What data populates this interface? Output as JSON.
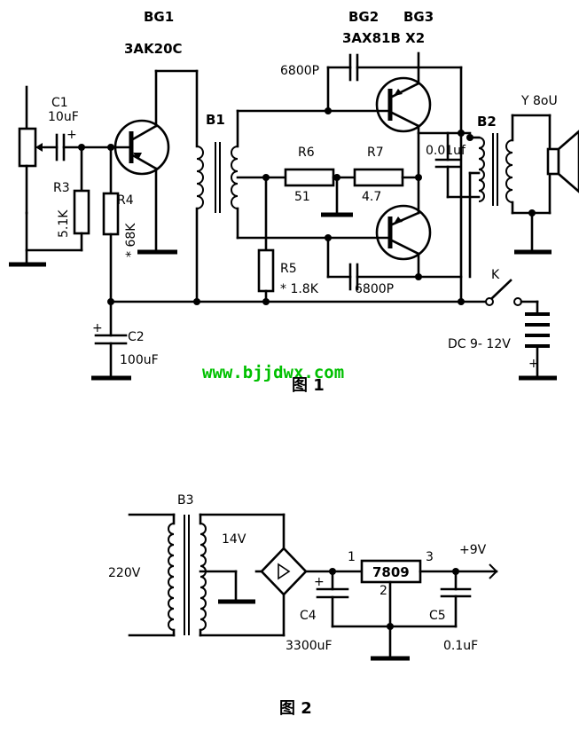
{
  "watermark": {
    "text": "www.bjjdwx.com",
    "color": "#00c000"
  },
  "figure1": {
    "caption": "图 1",
    "labels": {
      "bg1": "BG1",
      "bg1_model": "3AK20C",
      "bg2": "BG2",
      "bg3": "BG3",
      "bg23_model": "3AX81B X2",
      "c_top": "6800P",
      "c_bottom": "6800P",
      "b1": "B1",
      "b2": "B2",
      "speaker": "Y 8oU",
      "c1": "C1",
      "c1_value": "10uF",
      "c1_plus": "+",
      "r3": "R3",
      "r3_value": "5.1K",
      "r4": "R4",
      "r4_value": "* 68K",
      "r6": "R6",
      "r6_value": "51",
      "r7": "R7",
      "r7_value": "4.7",
      "r5": "R5",
      "r5_value": "* 1.8K",
      "c_b2": "0.01uf",
      "k": "K",
      "c2_plus": "+",
      "c2": "C2",
      "c2_value": "100uF",
      "battery": "DC 9- 12V",
      "battery_plus": "+"
    }
  },
  "figure2": {
    "caption": "图 2",
    "labels": {
      "b3": "B3",
      "v_in": "220V",
      "v_sec": "14V",
      "pin1": "1",
      "pin2": "2",
      "pin3": "3",
      "regulator": "7809",
      "v_out": "+9V",
      "c4_plus": "+",
      "c4": "C4",
      "c4_value": "3300uF",
      "c5": "C5",
      "c5_value": "0.1uF"
    }
  }
}
